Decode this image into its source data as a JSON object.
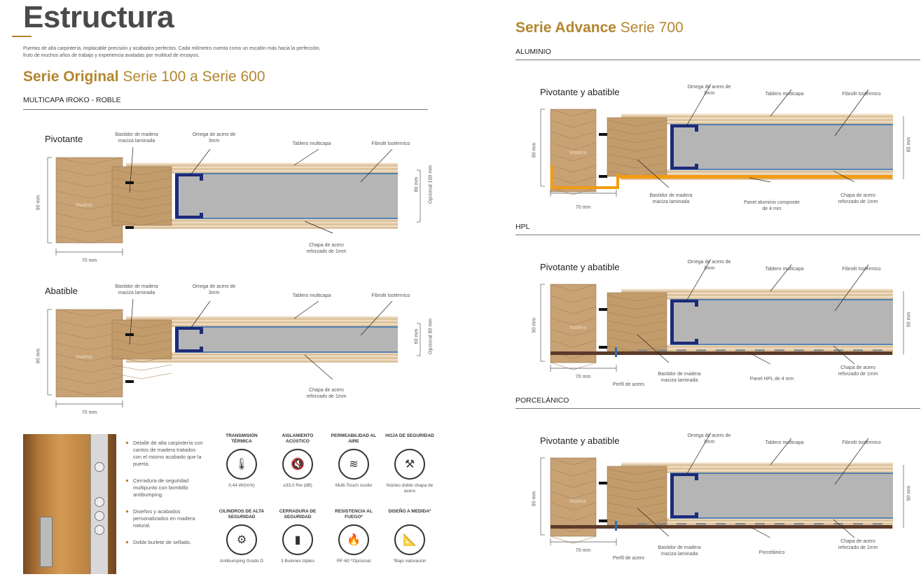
{
  "left": {
    "title": "Estructura",
    "intro": "Puertas de alta carpintería, implacable precisión y acabados perfectos. Cada milímetro cuenta como un escalón más hacia la perfección, fruto de muchos años de trabajo y experiencia avaladas por multitud de ensayos.",
    "serie_bold": "Serie Original",
    "serie_rest": " Serie 100 a Serie 600",
    "subtitle": "MULTICAPA IROKO - ROBLE",
    "diagrams": [
      {
        "title": "Pivotante",
        "bastidor": "Bastidor de madera maciza laminada",
        "omega": "Omega de acero de 3mm",
        "tablero": "Tablero multicapa",
        "fibrolit": "Fibrolit Isotérmico",
        "chapa": "Chapa de acero reforzado de 1mm",
        "madera": "Madera",
        "h": "90 mm",
        "w": "70 mm",
        "thick1": "80 mm",
        "thick2": "Opcional 100 mm"
      },
      {
        "title": "Abatible",
        "bastidor": "Bastidor de madera maciza laminada",
        "omega": "Omega de acero de 3mm",
        "tablero": "Tablero multicapa",
        "fibrolit": "Fibrolit Isotérmico",
        "chapa": "Chapa de acero reforzado de 1mm",
        "madera": "Madera",
        "h": "90 mm",
        "w": "70 mm",
        "thick1": "60 mm",
        "thick2": "Opcional 80 mm"
      }
    ],
    "bullets": [
      "Detalle de alta carpintería con cantos de madera tratados con el mismo acabado que la puerta.",
      "Cerradura de seguridad multipunto con bombillo antibumping.",
      "Diseños y acabados personalizados en madera natural.",
      "Doble burlete de sellado."
    ],
    "features": [
      {
        "title": "TRANSMISIÓN TÉRMICA",
        "icon": "thermometer-icon",
        "glyph": "🌡",
        "value": "0,44 W/(m²k)"
      },
      {
        "title": "AISLAMIENTO ACÚSTICO",
        "icon": "speaker-mute-icon",
        "glyph": "🔇",
        "value": "≥33,0 Rw (dB)"
      },
      {
        "title": "PERMEABILIDAD AL AIRE",
        "icon": "wind-icon",
        "glyph": "≋",
        "value": "Multi-Touch oculto"
      },
      {
        "title": "HOJA DE SEGURIDAD",
        "icon": "hammer-icon",
        "glyph": "⚒",
        "value": "Núcleo doble chapa de acero"
      },
      {
        "title": "CILINDROS DE ALTA SEGURIDAD",
        "icon": "drill-icon",
        "glyph": "⚙",
        "value": "Antibumping Grado D"
      },
      {
        "title": "CERRADURA DE SEGURIDAD",
        "icon": "lock-icon",
        "glyph": "▮",
        "value": "3 Bulones triples"
      },
      {
        "title": "RESISTENCIA AL FUEGO*",
        "icon": "flame-icon",
        "glyph": "🔥",
        "value": "RF-60 *Opcional"
      },
      {
        "title": "DISEÑO A MEDIDA*",
        "icon": "ruler-pencil-icon",
        "glyph": "📐",
        "value": "*Bajo valoración"
      }
    ]
  },
  "right": {
    "serie_bold": "Serie Advance",
    "serie_rest": " Serie 700",
    "sections": [
      {
        "name": "ALUMINIO",
        "title": "Pivotante y abatible",
        "omega": "Omega de acero de 3mm",
        "tablero": "Tablero multicapa",
        "fibrolit": "Fibrolit Isotérmico",
        "bastidor": "Bastidor de madera maciza laminada",
        "panel": "Panel aluminio composite de 4 mm",
        "chapa": "Chapa de acero reforzado de 1mm",
        "madera": "Madera",
        "h": "90 mm",
        "w": "70 mm",
        "thick": "85 mm",
        "perfil": ""
      },
      {
        "name": "HPL",
        "title": "Pivotante y abatible",
        "omega": "Omega de acero de 3mm",
        "tablero": "Tablero multicapa",
        "fibrolit": "Fibrolit Isotérmico",
        "bastidor": "Bastidor de madera maciza laminada",
        "panel": "Panel HPL de 4 mm",
        "chapa": "Chapa de acero reforzado de 1mm",
        "madera": "Madera",
        "h": "90 mm",
        "w": "70 mm",
        "thick": "90 mm",
        "perfil": "Perfil de acero"
      },
      {
        "name": "PORCELÁNICO",
        "title": "Pivotante y abatible",
        "omega": "Omega de acero de 3mm",
        "tablero": "Tablero multicapa",
        "fibrolit": "Fibrolit Isotérmico",
        "bastidor": "Bastidor de madera maciza laminada",
        "panel": "Porcelánico",
        "chapa": "Chapa de acero reforzado de 1mm",
        "madera": "Madera",
        "h": "90 mm",
        "w": "70 mm",
        "thick": "90 mm",
        "perfil": "Perfil de acero"
      }
    ]
  },
  "colors": {
    "gold": "#b3862e",
    "wood": "#c8a274",
    "steel": "#b5b5b5",
    "omega": "#1d2a7a",
    "orange": "#f39c12",
    "hpl": "#5a3a2a"
  }
}
